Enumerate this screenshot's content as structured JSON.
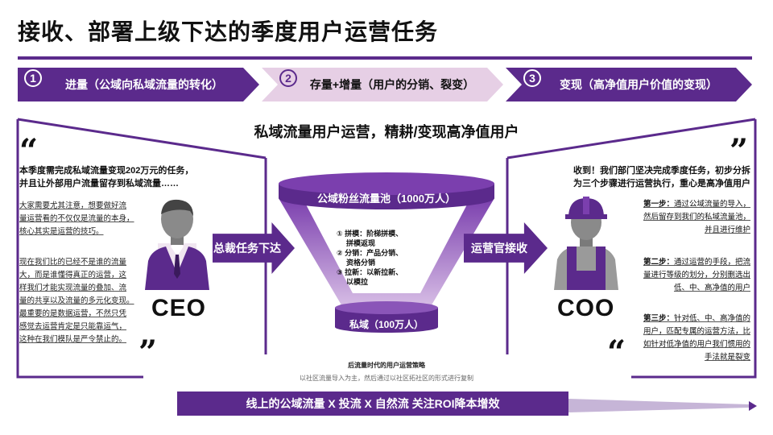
{
  "title": "接收、部署上级下达的季度用户运营任务",
  "steps": [
    {
      "num": "1",
      "label": "进量（公域向私域流量的转化）"
    },
    {
      "num": "2",
      "label": "存量+增量（用户的分销、裂变）"
    },
    {
      "num": "3",
      "label": "变现（高净值用户价值的变现）"
    }
  ],
  "subtitle": "私域流量用户运营，精耕/变现高净值用户",
  "ceo": {
    "lead": [
      "本季度需完成私域流量变现202万元的任务，",
      "并且让外部用户流量留存到私域流量……"
    ],
    "para1": [
      "大家需要尤其注意，想要做好流",
      "量运营看的不仅仅是流量的本身，",
      "核心其实是运营的技巧。"
    ],
    "para2": [
      "现在我们比的已经不是谁的流量",
      "大，而是谁懂得真正的运营，这",
      "样我们才能实现流量的叠加、流",
      "量的共享以及流量的多元化变现。",
      "最重要的是数据运营，不然只凭",
      "感觉去运营肯定是只能靠运气，",
      "这种在我们模队是严令禁止的。"
    ],
    "role": "CEO",
    "arrow": "总裁任务下达"
  },
  "funnel": {
    "top": "公域粉丝流量池（1000万人）",
    "items": [
      "① 拼模：阶梯拼模、",
      "拼模返现",
      "② 分销：产品分销、",
      "资格分销",
      "③ 拉新：以新拉新、",
      "以模拉"
    ],
    "bottom": "私域（100万人）"
  },
  "coo": {
    "lead": [
      "收到！我们部门坚决完成季度任务，初步分拆",
      "为三个步骤进行运营执行，重心是高净值用户"
    ],
    "step1": {
      "tag": "第一步：",
      "lines": [
        "通过公域流量的导入，",
        "然后留存到我们的私域流量池，",
        "并且进行维护"
      ]
    },
    "step2": {
      "tag": "第二步：",
      "lines": [
        "通过运营的手段，把流",
        "量进行等级的划分，分别删选出",
        "低、中、高净值的用户"
      ]
    },
    "step3": {
      "tag": "第三步：",
      "lines": [
        "针对低、中、高净值的",
        "用户，匹配专属的运营方法，比",
        "如针对低净值的用户我们惯用的",
        "手法就是裂变"
      ]
    },
    "role": "COO",
    "arrow": "运营官接收"
  },
  "quotes": {
    "open": "“",
    "close": "”"
  },
  "caption1": "后流量时代的用户运营策略",
  "caption2": "以社区流量导入为主，然后通过以社区拓社区的形式进行复制",
  "footer": "线上的公域流量 X 投流 X 自然流  关注ROI降本增效",
  "colors": {
    "primary": "#5b2a8c",
    "light": "#e6cfe5"
  }
}
